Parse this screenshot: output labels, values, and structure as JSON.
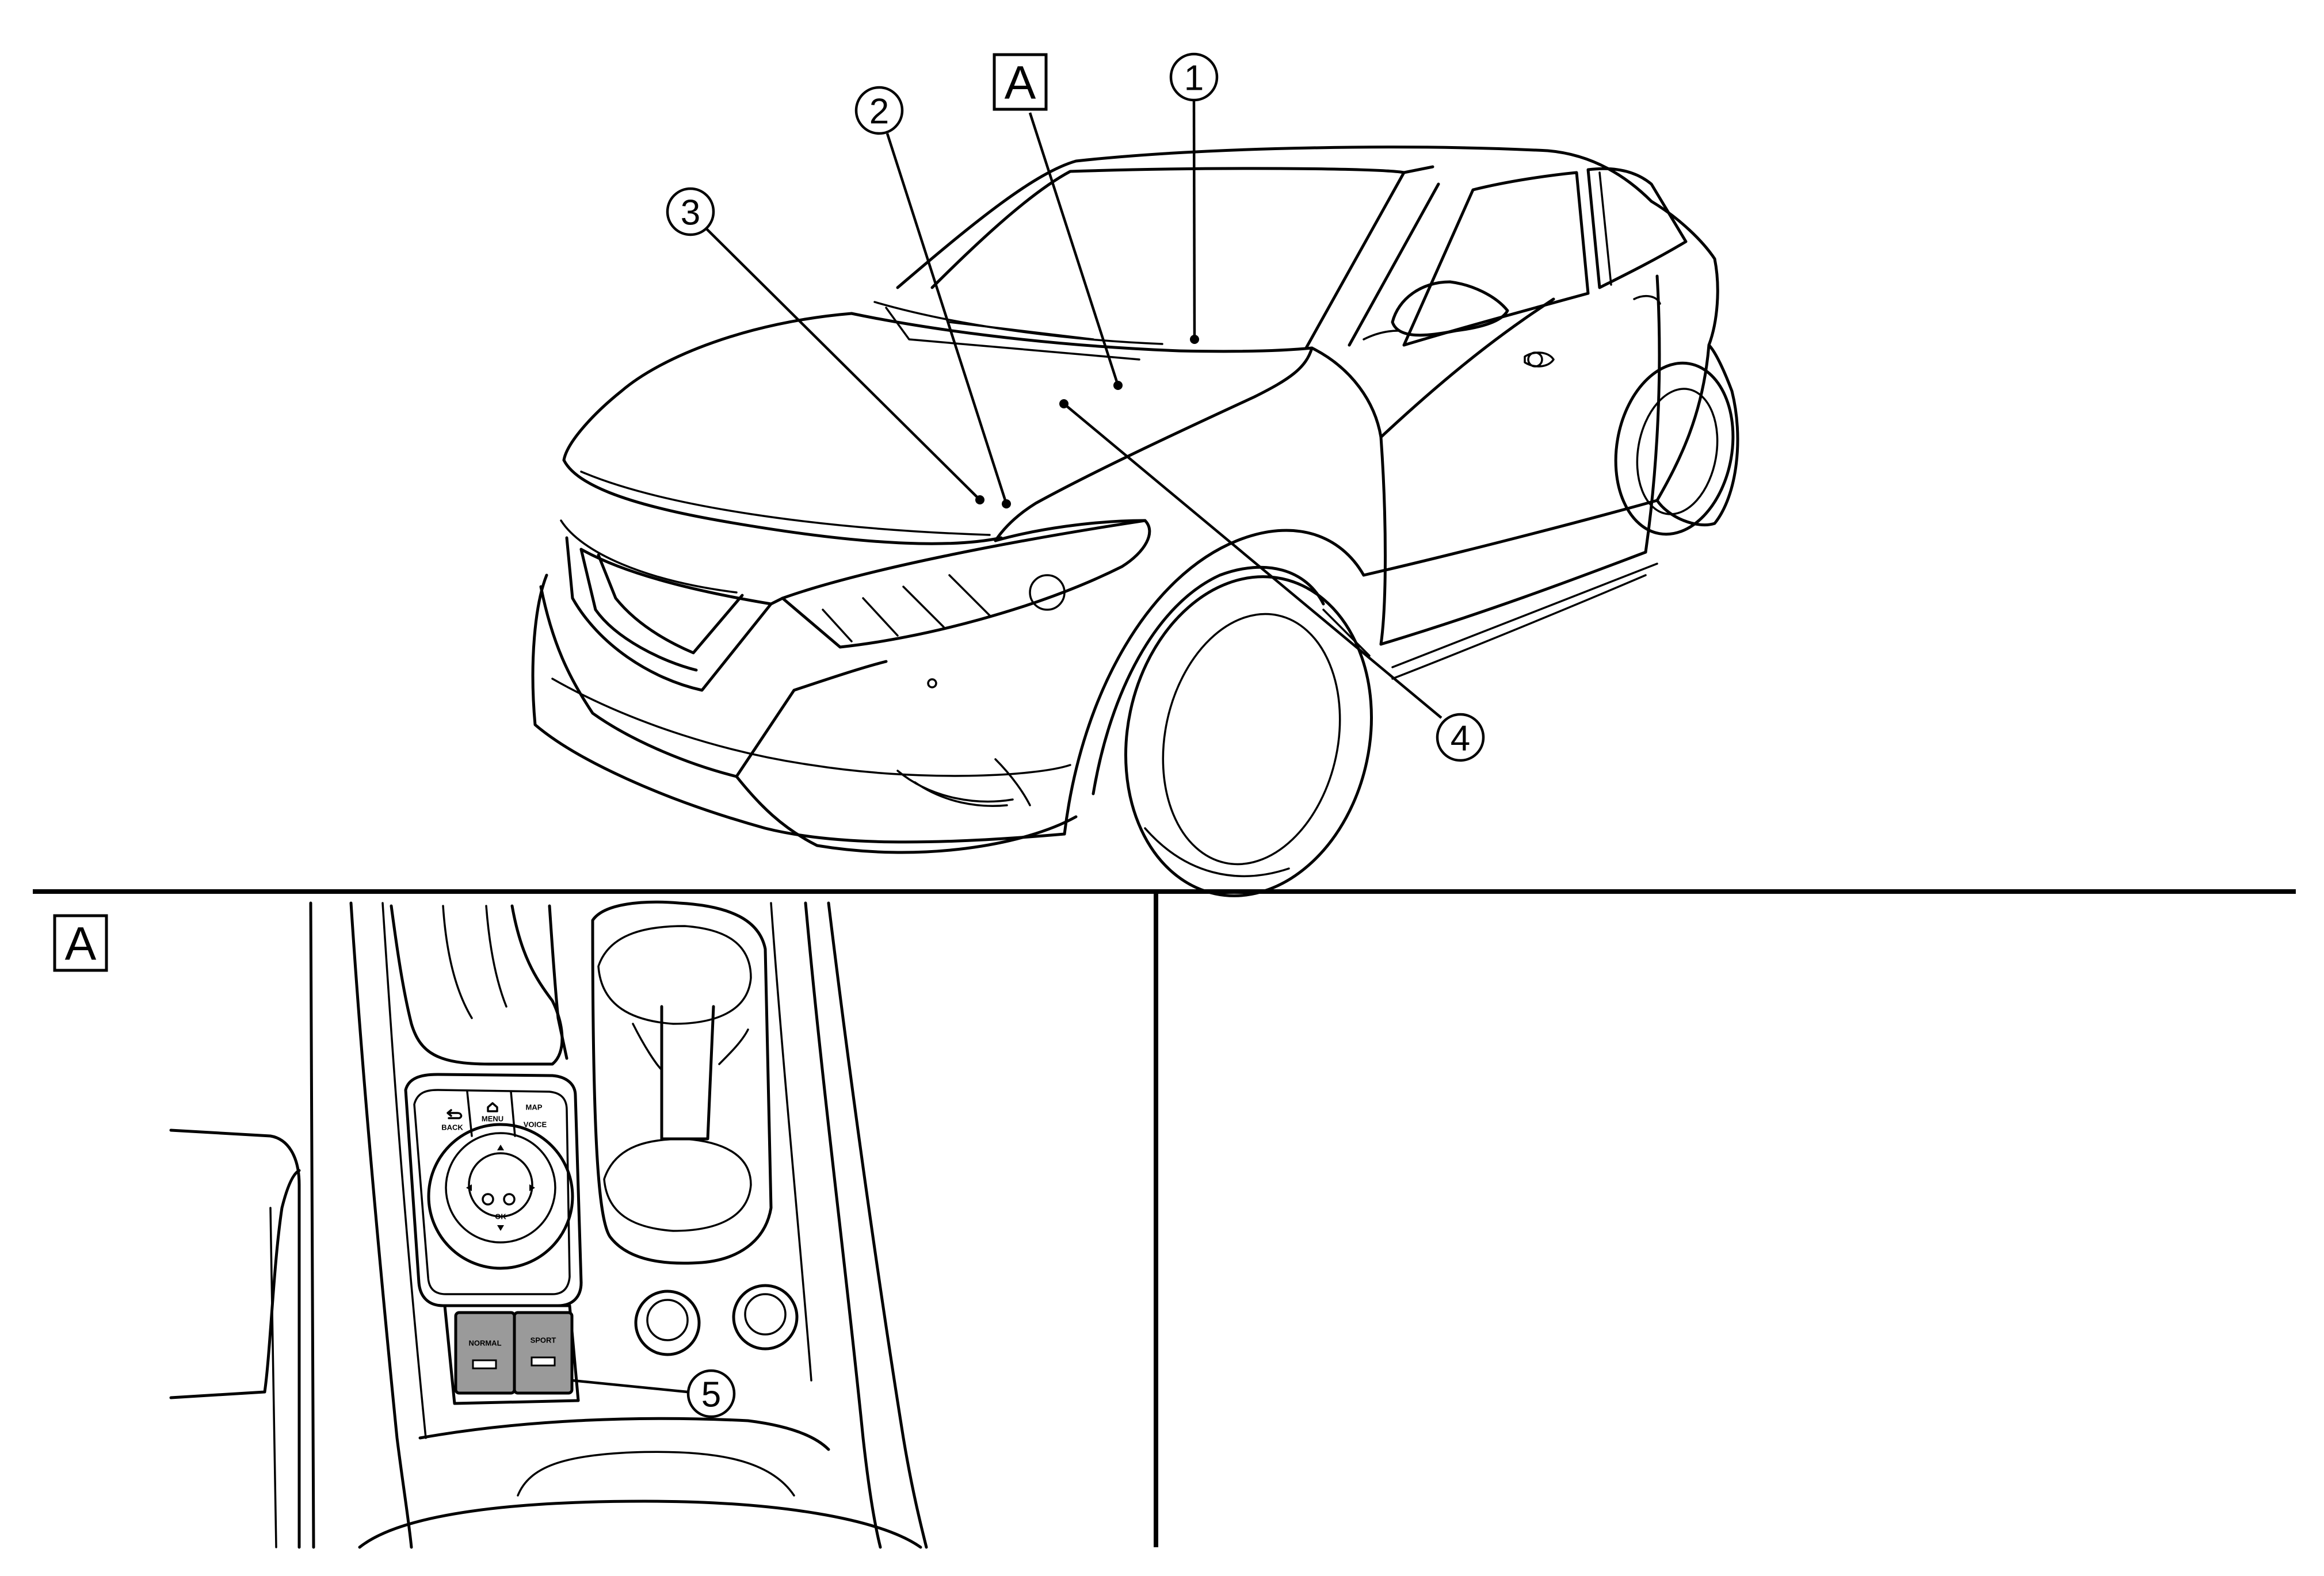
{
  "callouts": [
    {
      "id": "1",
      "label": "1"
    },
    {
      "id": "2",
      "label": "2"
    },
    {
      "id": "3",
      "label": "3"
    },
    {
      "id": "4",
      "label": "4"
    },
    {
      "id": "5",
      "label": "5"
    }
  ],
  "view_refs": {
    "top": "A",
    "inset": "A"
  },
  "controller": {
    "back": "BACK",
    "menu": "MENU",
    "voice": "VOICE",
    "map": "MAP",
    "ok": "OK"
  },
  "mode_switch": {
    "normal": "NORMAL",
    "sport": "SPORT"
  }
}
